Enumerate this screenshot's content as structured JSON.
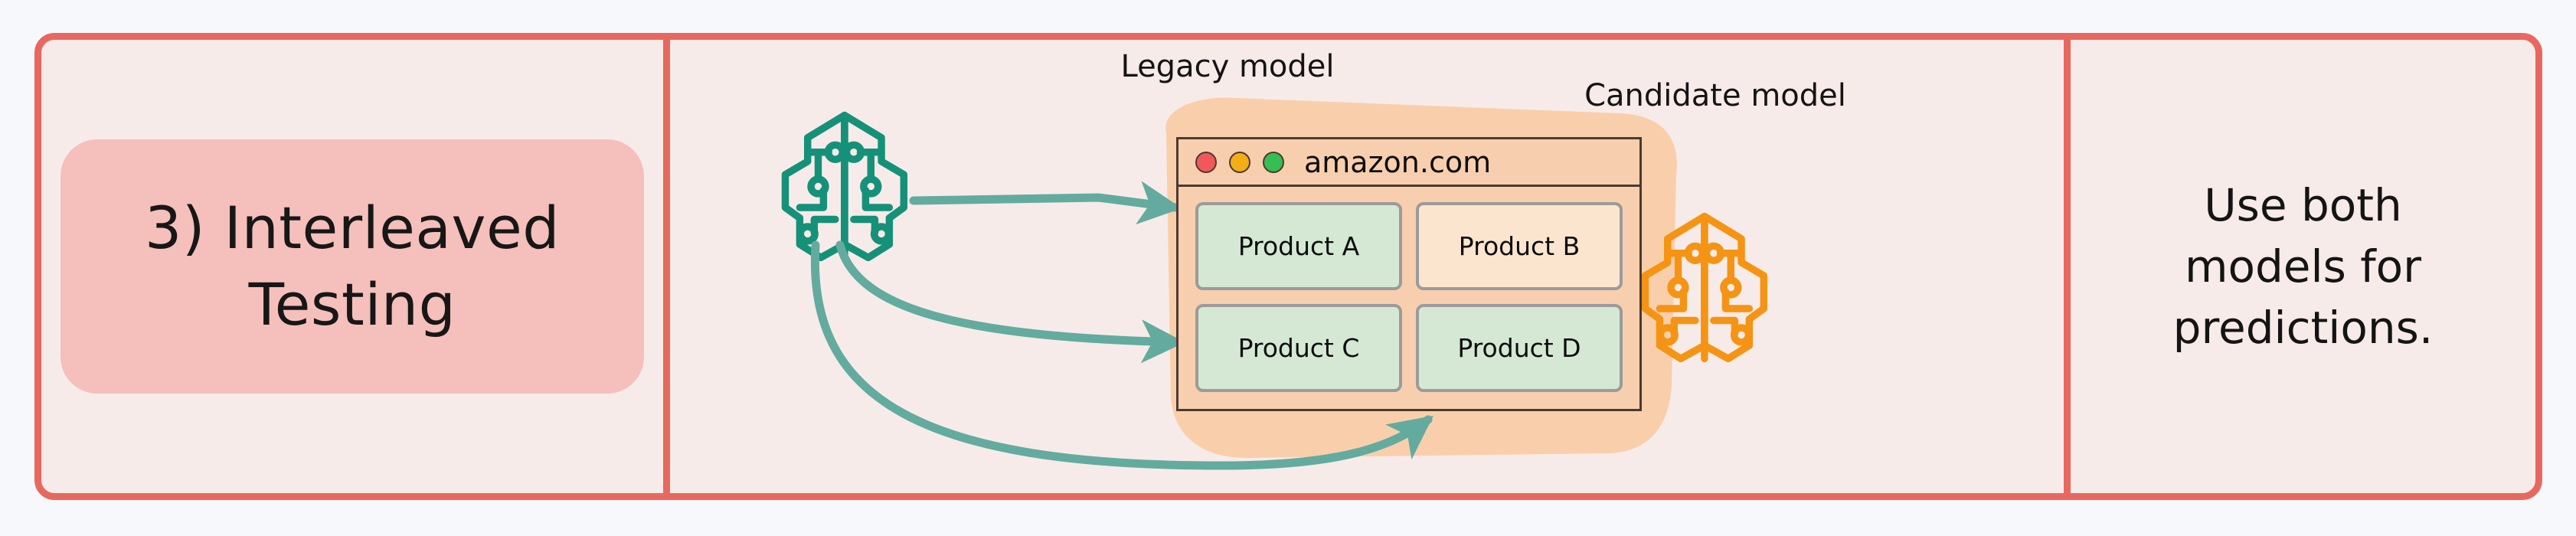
{
  "panels": {
    "title": {
      "lines": [
        "3) Interleaved",
        "Testing"
      ],
      "pill_color": "#f5bfbb"
    },
    "diagram": {
      "legacy_label": "Legacy model",
      "candidate_label": "Candidate model",
      "legacy_color": "#169179",
      "candidate_color": "#f59414",
      "arrow_legacy_color": "#63ab9e",
      "browser": {
        "url": "amazon.com",
        "traffic_lights": [
          "red-dot",
          "yellow-dot",
          "green-dot"
        ],
        "window_bg": "#f8cfae",
        "highlight_blob_color": "#f9cfab",
        "products": [
          {
            "label": "Product A",
            "served_by": "legacy",
            "fill": "#d4e8d4"
          },
          {
            "label": "Product B",
            "served_by": "candidate",
            "fill": "#fce5cf"
          },
          {
            "label": "Product C",
            "served_by": "legacy",
            "fill": "#d4e8d4"
          },
          {
            "label": "Product D",
            "served_by": "legacy",
            "fill": "#d4e8d4"
          }
        ]
      }
    },
    "description": {
      "lines": [
        "Use both",
        "models for",
        "predictions."
      ]
    }
  },
  "theme": {
    "frame_border": "#e8685f",
    "frame_bg": "#f7ebe9",
    "page_bg": "#f7f8fb",
    "text": "#141414"
  }
}
